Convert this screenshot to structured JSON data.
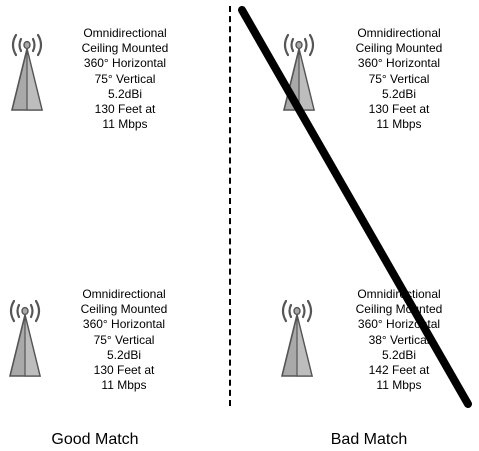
{
  "panels": [
    {
      "id": "top-left",
      "lines": [
        "Omnidirectional",
        "Ceiling Mounted",
        "360° Horizontal",
        "75° Vertical",
        "5.2dBi",
        "130 Feet at",
        "11 Mbps"
      ]
    },
    {
      "id": "top-right",
      "lines": [
        "Omnidirectional",
        "Ceiling Mounted",
        "360° Horizontal",
        "75° Vertical",
        "5.2dBi",
        "130 Feet at",
        "11 Mbps"
      ]
    },
    {
      "id": "bottom-left",
      "lines": [
        "Omnidirectional",
        "Ceiling Mounted",
        "360° Horizontal",
        "75° Vertical",
        "5.2dBi",
        "130 Feet at",
        "11 Mbps"
      ]
    },
    {
      "id": "bottom-right",
      "lines": [
        "Omnidirectional",
        "Ceiling Mounted",
        "360° Horizontal",
        "38° Vertical",
        "5.2dBi",
        "142 Feet at",
        "11 Mbps"
      ]
    }
  ],
  "captions": {
    "good": "Good Match",
    "bad": "Bad Match"
  },
  "icons": {
    "antenna": "antenna-tower-icon",
    "cross_out": "strike-line"
  },
  "colors": {
    "tower_fill": "#a9a9a9",
    "tower_stroke": "#555555",
    "line": "#000000"
  }
}
